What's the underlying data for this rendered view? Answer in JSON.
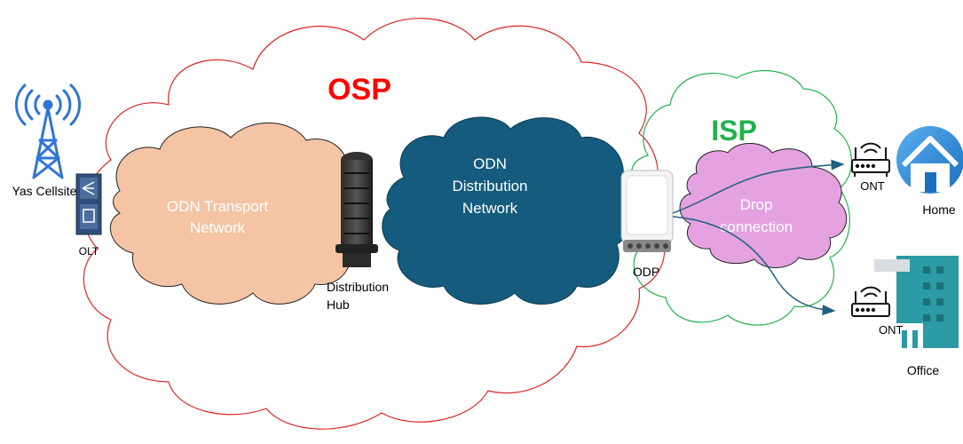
{
  "zones": {
    "osp": "OSP",
    "isp": "ISP"
  },
  "networks": {
    "transport_line1": "ODN Transport",
    "transport_line2": "Network",
    "distribution_line1": "ODN",
    "distribution_line2": "Distribution",
    "distribution_line3": "Network",
    "drop_line1": "Drop",
    "drop_line2": "connection"
  },
  "nodes": {
    "cellsite": "Yas Cellsite",
    "olt": "OLT",
    "hub_line1": "Distribution",
    "hub_line2": "Hub",
    "odp": "ODP",
    "ont_home": "ONT",
    "ont_office": "ONT",
    "home": "Home",
    "office": "Office"
  },
  "colors": {
    "osp_outline": "#e02424",
    "isp_outline": "#22b14c",
    "osp_text": "#ff0000",
    "isp_text": "#22b14c",
    "transport_fill": "#f4c4a4",
    "distribution_fill": "#145b7d",
    "drop_fill": "#e4a2e0",
    "tower": "#2e75d6",
    "arrow": "#1f5f80"
  },
  "icons": [
    "cell-tower-icon",
    "olt-icon",
    "splice-closure-icon",
    "odp-box-icon",
    "router-icon",
    "house-icon",
    "office-building-icon"
  ]
}
